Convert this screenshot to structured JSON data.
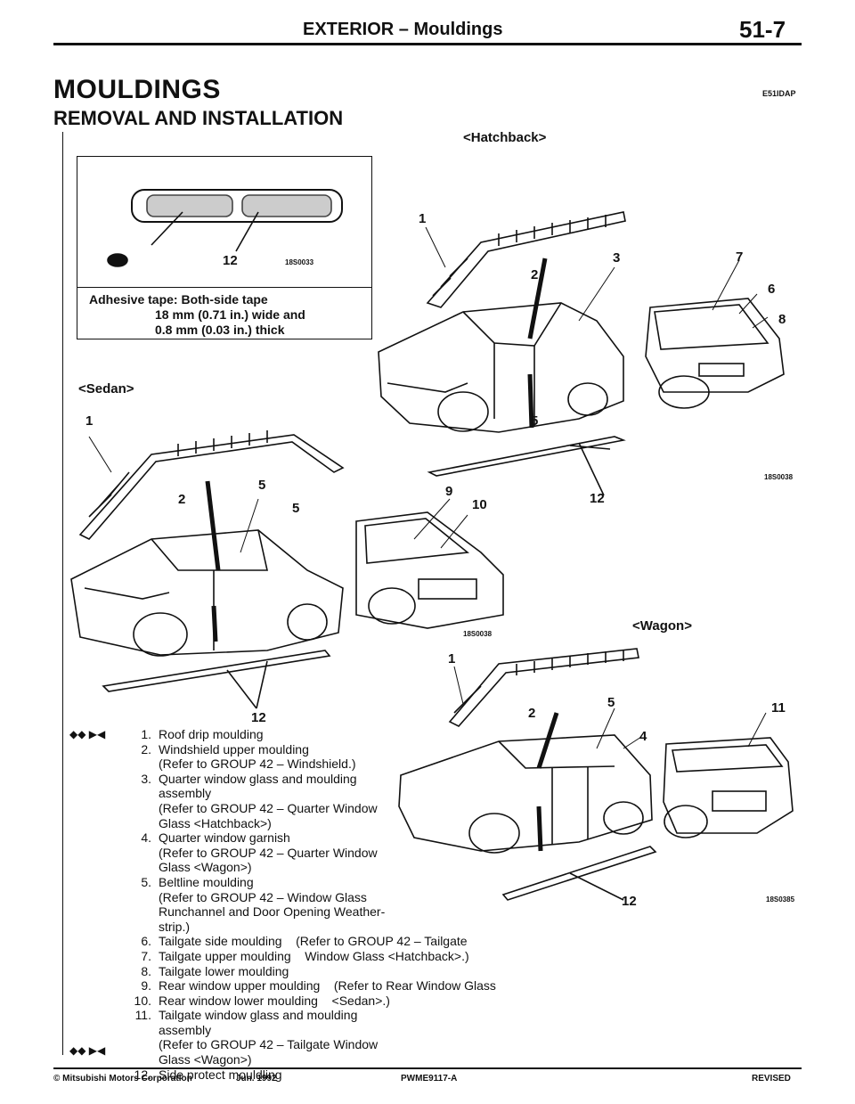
{
  "header": {
    "title": "EXTERIOR – Mouldings",
    "page": "51-7"
  },
  "section": {
    "title": "MOULDINGS",
    "code": "E51IDAP",
    "subtitle": "REMOVAL AND INSTALLATION"
  },
  "note": {
    "callout": "12",
    "figure_id": "18S0033",
    "lines": [
      "Adhesive tape: Both-side tape",
      "18 mm (0.71 in.) wide and",
      "0.8 mm (0.03 in.) thick"
    ]
  },
  "views": {
    "hatchback": "<Hatchback>",
    "sedan": "<Sedan>",
    "wagon": "<Wagon>"
  },
  "figure_ids": {
    "hatchback": "18S0038",
    "sedan": "18S0038",
    "wagon": "18S0385"
  },
  "callouts": {
    "hatch": [
      "1",
      "2",
      "3",
      "5",
      "7",
      "6",
      "8",
      "12"
    ],
    "sedan": [
      "1",
      "2",
      "5",
      "5",
      "12",
      "9",
      "10"
    ],
    "wagon": [
      "1",
      "2",
      "5",
      "4",
      "11",
      "12"
    ]
  },
  "markers": "◆◆ ▶◀",
  "parts": [
    {
      "n": "1.",
      "t": "Roof drip moulding"
    },
    {
      "n": "2.",
      "t": "Windshield upper moulding"
    },
    {
      "n": "",
      "t": "(Refer to GROUP 42 – Windshield.)"
    },
    {
      "n": "3.",
      "t": "Quarter window glass and moulding"
    },
    {
      "n": "",
      "t": "assembly"
    },
    {
      "n": "",
      "t": "(Refer to GROUP 42 – Quarter Window"
    },
    {
      "n": "",
      "t": "Glass <Hatchback>)"
    },
    {
      "n": "4.",
      "t": "Quarter window garnish"
    },
    {
      "n": "",
      "t": "(Refer to GROUP 42 – Quarter Window"
    },
    {
      "n": "",
      "t": "Glass <Wagon>)"
    },
    {
      "n": "5.",
      "t": "Beltline moulding"
    },
    {
      "n": "",
      "t": "(Refer to GROUP 42 – Window Glass"
    },
    {
      "n": "",
      "t": "Runchannel and Door Opening Weather-"
    },
    {
      "n": "",
      "t": "strip.)"
    },
    {
      "n": "6.",
      "t": "Tailgate side moulding    (Refer to GROUP 42 – Tailgate"
    },
    {
      "n": "7.",
      "t": "Tailgate upper moulding    Window Glass <Hatchback>.)"
    },
    {
      "n": "8.",
      "t": "Tailgate lower moulding"
    },
    {
      "n": "9.",
      "t": "Rear window upper moulding    (Refer to Rear Window Glass"
    },
    {
      "n": "10.",
      "t": "Rear window lower moulding    <Sedan>.)"
    },
    {
      "n": "11.",
      "t": "Tailgate window glass and moulding"
    },
    {
      "n": "",
      "t": "assembly"
    },
    {
      "n": "",
      "t": "(Refer to GROUP 42 – Tailgate Window"
    },
    {
      "n": "",
      "t": "Glass <Wagon>)"
    },
    {
      "n": "12.",
      "t": "Side protect mouldling"
    }
  ],
  "footer": {
    "left": "© Mitsubishi Motors Corporation",
    "date": "Jun. 1992",
    "code": "PWME9117-A",
    "status": "REVISED"
  }
}
